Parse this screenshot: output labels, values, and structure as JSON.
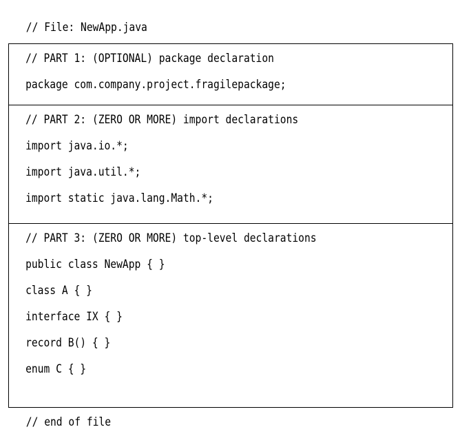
{
  "file_header": "// File: NewApp.java",
  "parts": [
    {
      "comment": "// PART 1: (OPTIONAL) package declaration",
      "lines": [
        "package com.company.project.fragilepackage;"
      ]
    },
    {
      "comment": "// PART 2: (ZERO OR MORE) import declarations",
      "lines": [
        "import java.io.*;",
        "import java.util.*;",
        "import static java.lang.Math.*;"
      ]
    },
    {
      "comment": "// PART 3: (ZERO OR MORE) top-level declarations",
      "lines": [
        "public class NewApp { }",
        "class A { }",
        "interface IX { }",
        "record B() { }",
        "enum C { }"
      ]
    }
  ],
  "file_footer": "// end of file"
}
